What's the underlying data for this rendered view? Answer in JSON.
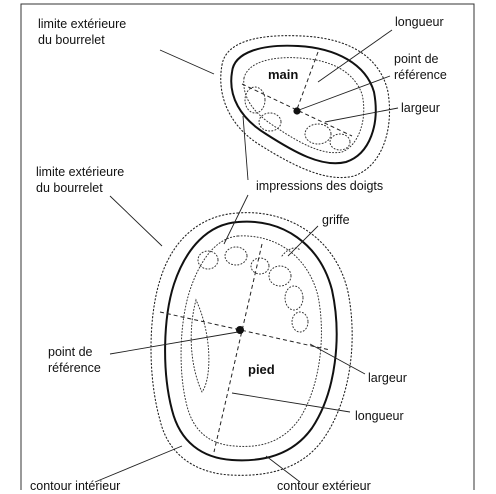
{
  "labels": {
    "limite_top_l1": "limite extérieure",
    "limite_top_l2": "du bourrelet",
    "longueur_top": "longueur",
    "main": "main",
    "point_ref_top_l1": "point de",
    "point_ref_top_l2": "référence",
    "largeur_top": "largeur",
    "limite_mid_l1": "limite extérieure",
    "limite_mid_l2": "du bourrelet",
    "impressions": "impressions des doigts",
    "griffe": "griffe",
    "point_ref_bot_l1": "point de",
    "point_ref_bot_l2": "référence",
    "pied": "pied",
    "largeur_bot": "largeur",
    "longueur_bot": "longueur",
    "contour_interieur": "contour intérieur",
    "contour_exterieur": "contour extérieur"
  }
}
